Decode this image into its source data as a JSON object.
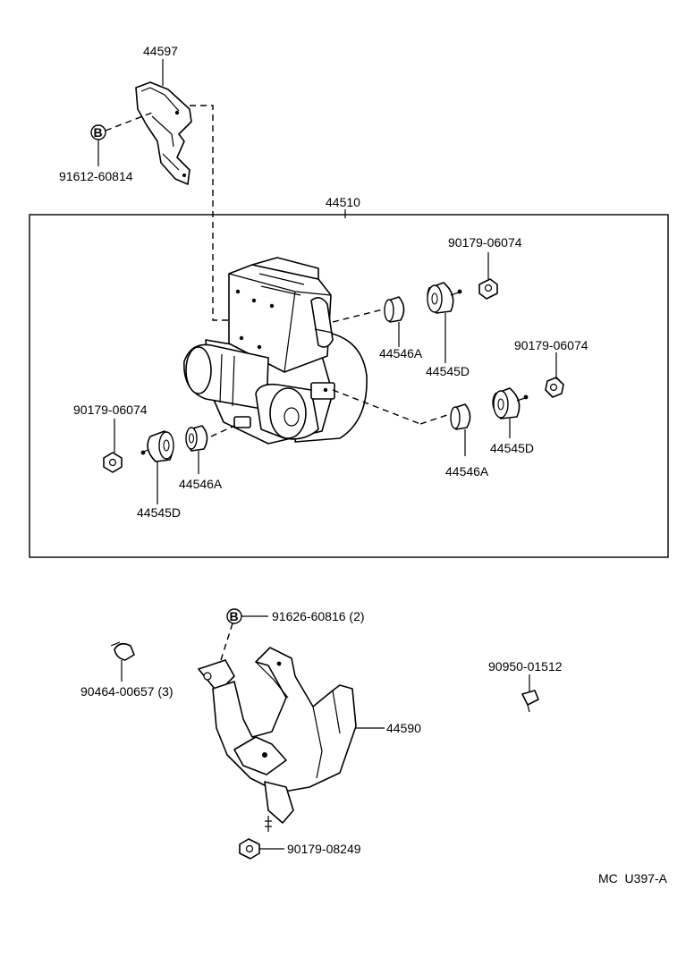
{
  "labels": {
    "bracket_upper": "44597",
    "bolt_upper": "91612-60814",
    "actuator_assy": "44510",
    "nut_top": "90179-06074",
    "nut_right": "90179-06074",
    "nut_left": "90179-06074",
    "grommet_a_upper": "44546A",
    "grommet_d_upper": "44545D",
    "grommet_d_right": "44545D",
    "grommet_a_right": "44546A",
    "grommet_a_left": "44546A",
    "grommet_d_left": "44545D",
    "bolt_lower": "91626-60816 (2)",
    "clamp": "90464-00657 (3)",
    "clip": "90950-01512",
    "bracket_lower": "44590",
    "nut_bottom": "90179-08249",
    "diagram_code": "MC  U397-A"
  },
  "callout_symbol": "B",
  "icons": [
    "bracket-44597-icon",
    "bolt-b-icon",
    "abs-actuator-icon",
    "grommet-icon",
    "nut-icon",
    "clamp-icon",
    "clip-icon",
    "bracket-44590-icon"
  ]
}
